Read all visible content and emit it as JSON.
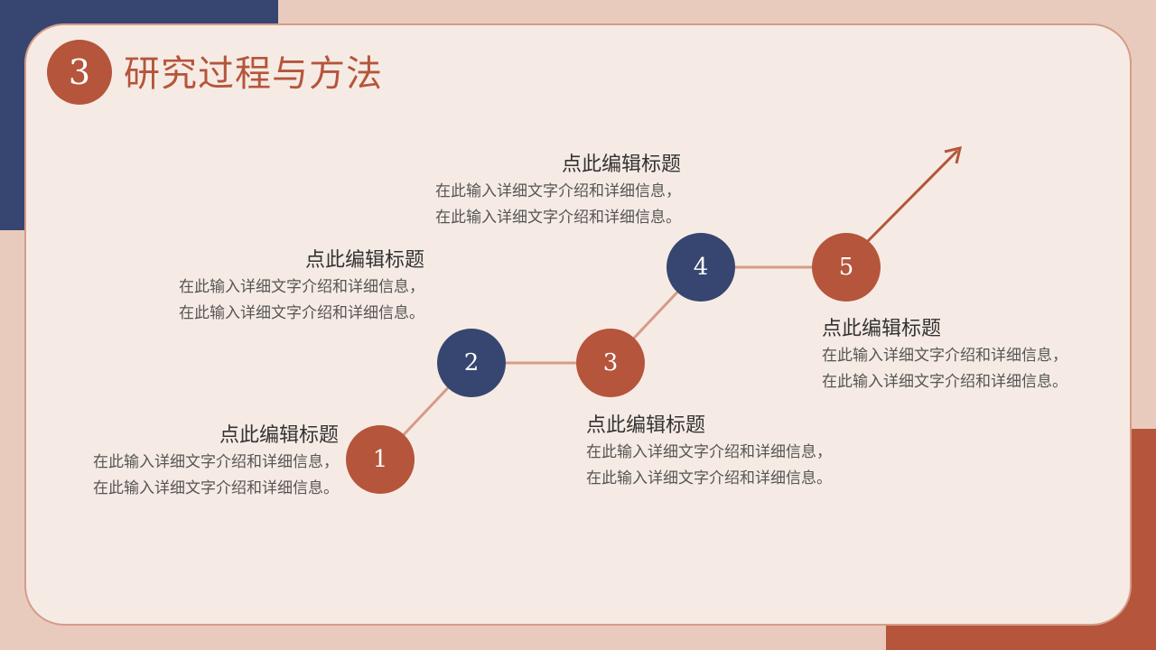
{
  "title": {
    "badge": "3",
    "text": "研究过程与方法"
  },
  "colors": {
    "accent": "#b5553b",
    "navy": "#364670",
    "card": "#f6ebe4",
    "line": "#d59c87",
    "bg": "#e8cbbd"
  },
  "steps": [
    {
      "number": "1",
      "heading": "点此编辑标题",
      "line1": "在此输入详细文字介绍和详细信息，",
      "line2": "在此输入详细文字介绍和详细信息。"
    },
    {
      "number": "2",
      "heading": "点此编辑标题",
      "line1": "在此输入详细文字介绍和详细信息，",
      "line2": "在此输入详细文字介绍和详细信息。"
    },
    {
      "number": "3",
      "heading": "点此编辑标题",
      "line1": "在此输入详细文字介绍和详细信息，",
      "line2": "在此输入详细文字介绍和详细信息。"
    },
    {
      "number": "4",
      "heading": "点此编辑标题",
      "line1": "在此输入详细文字介绍和详细信息，",
      "line2": "在此输入详细文字介绍和详细信息。"
    },
    {
      "number": "5",
      "heading": "点此编辑标题",
      "line1": "在此输入详细文字介绍和详细信息，",
      "line2": "在此输入详细文字介绍和详细信息。"
    }
  ]
}
